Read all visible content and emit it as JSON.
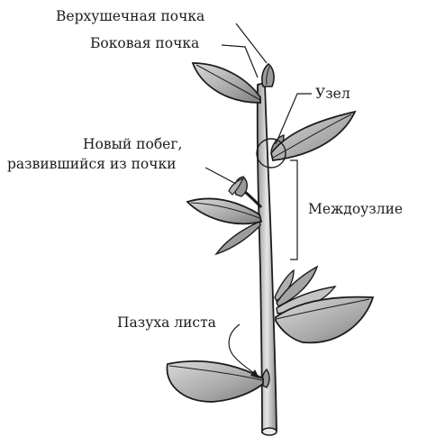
{
  "labels": {
    "apical_bud": "Верхушечная почка",
    "lateral_bud": "Боковая почка",
    "node": "Узел",
    "new_shoot_line1": "Новый побег,",
    "new_shoot_line2": "развившийся из почки",
    "internode": "Междоузлие",
    "leaf_axil": "Пазуха листа"
  },
  "colors": {
    "ink": "#1c1c1c",
    "leaf_fill": "#bdbdbd",
    "leaf_shade": "#8f8f8f",
    "stem_fill": "#d2d2d2"
  }
}
